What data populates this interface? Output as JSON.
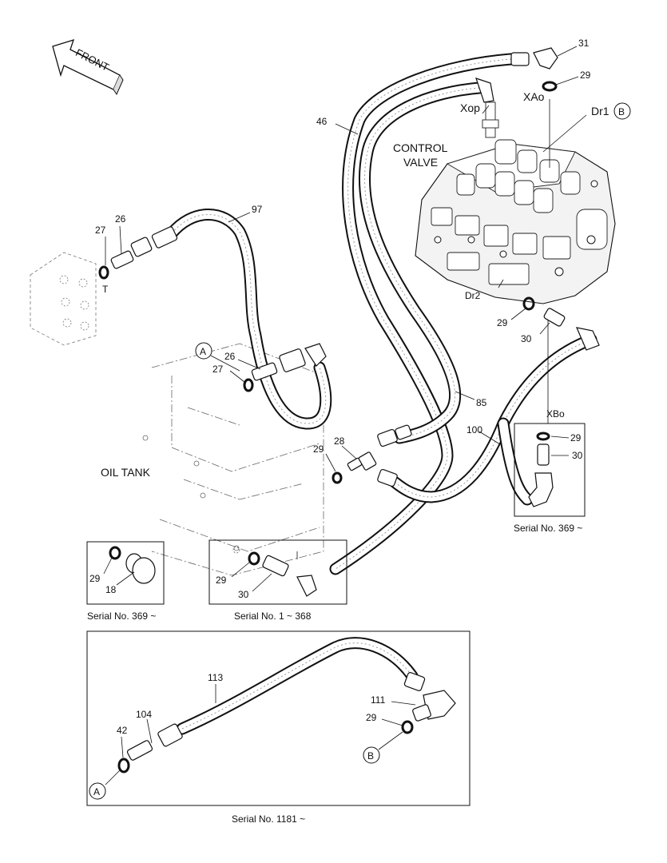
{
  "front_label": "FRONT",
  "control_valve": {
    "line1": "CONTROL",
    "line2": "VALVE"
  },
  "oil_tank": "OIL TANK",
  "ports": {
    "t": "T",
    "xop": "Xop",
    "xao": "XAo",
    "dr1": "Dr1",
    "dr2": "Dr2",
    "xbo": "XBo"
  },
  "circle_refs": {
    "a": "A",
    "b": "B"
  },
  "part_numbers": {
    "p31": "31",
    "p29_top": "29",
    "p46": "46",
    "p97": "97",
    "p27_top": "27",
    "p26_top": "26",
    "p26_mid": "26",
    "p27_mid": "27",
    "p29_drain": "29",
    "p30_drain": "30",
    "p85": "85",
    "p100": "100",
    "p29_tee": "29",
    "p28": "28",
    "p29_xbo": "29",
    "p30_xbo": "30",
    "p29_plug": "29",
    "p18": "18",
    "p29_old": "29",
    "p30_old": "30",
    "p113": "113",
    "p111": "111",
    "p29_b": "29",
    "p104": "104",
    "p42": "42"
  },
  "captions": {
    "serial_369_right": "Serial No. 369 ~",
    "serial_369_left": "Serial No. 369 ~",
    "serial_1_368": "Serial No. 1 ~ 368",
    "serial_1181": "Serial No. 1181 ~"
  }
}
